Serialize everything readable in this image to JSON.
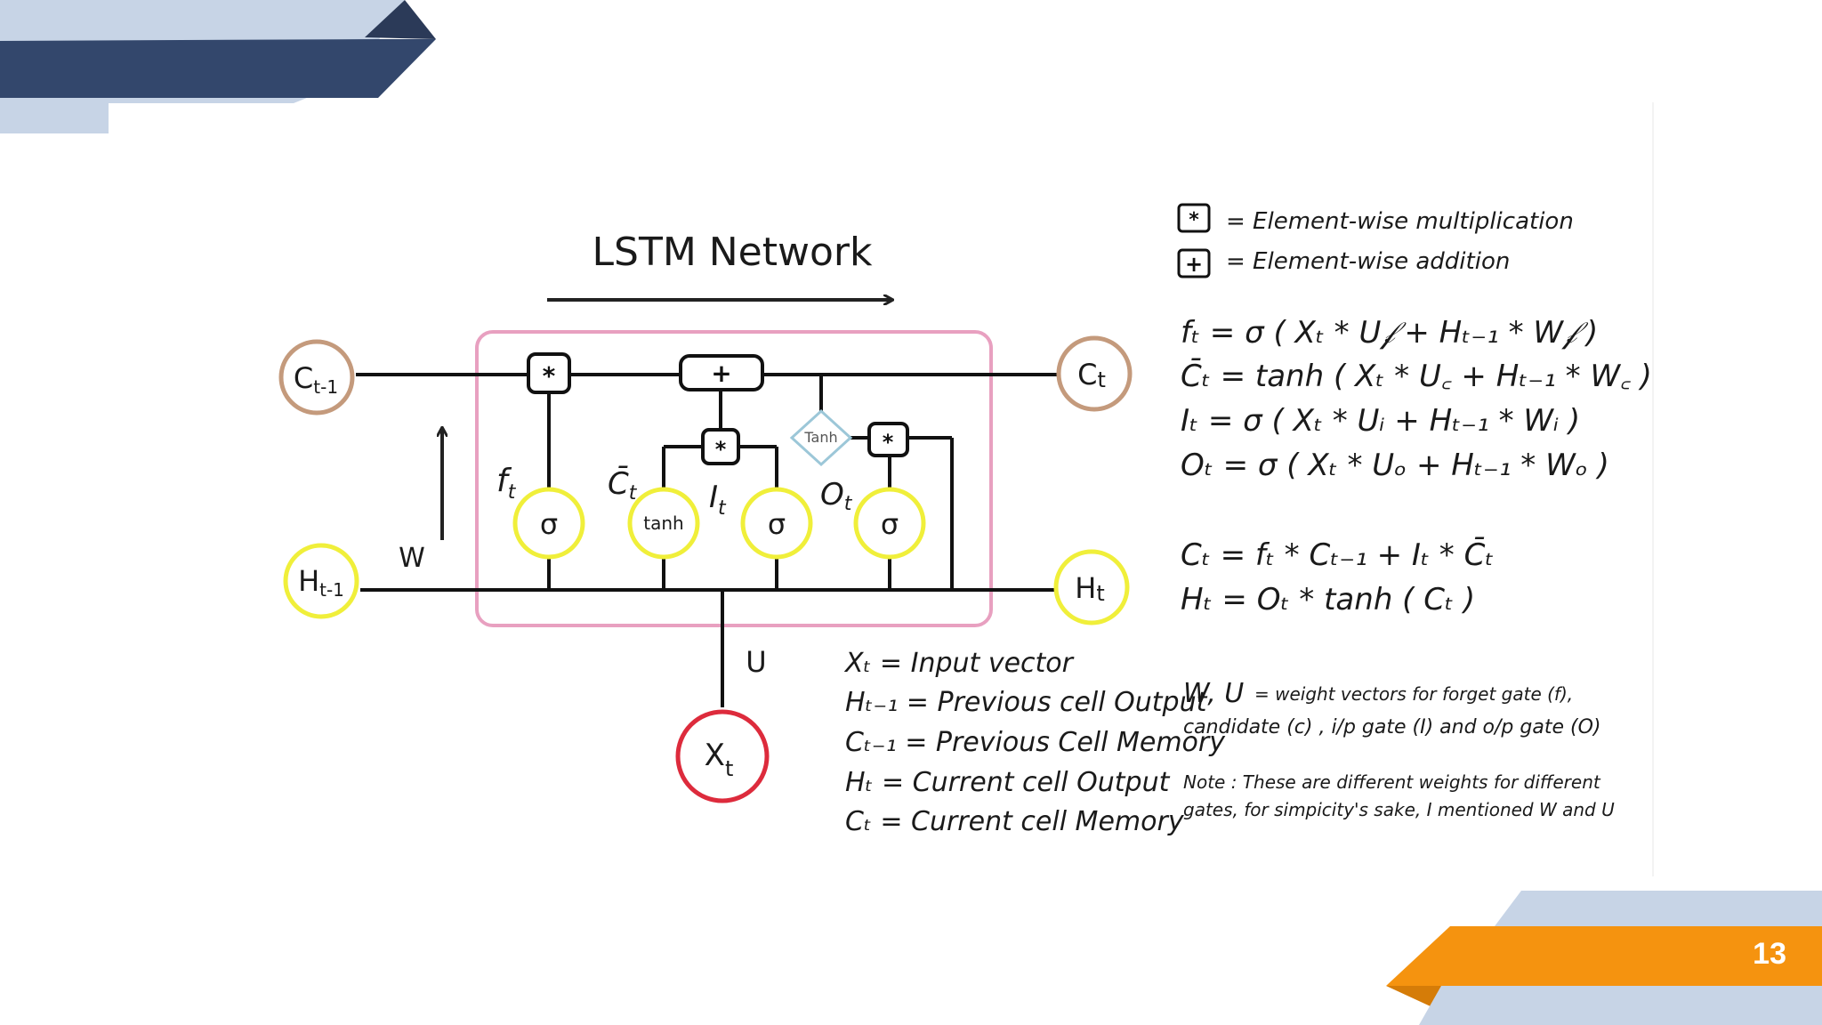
{
  "slide": {
    "page_number": "13",
    "colors": {
      "navy": "#33476c",
      "navy_dark": "#2b3a58",
      "light_blue": "#c7d4e6",
      "orange": "#f5930f",
      "orange_dark": "#d57c08",
      "cell_border": "#e8a0c0",
      "yellow": "#f0ef3a",
      "brown": "#c49a7c",
      "red": "#dd2b3c"
    }
  },
  "diagram": {
    "title": "LSTM Network",
    "nodes": {
      "c_prev": "C",
      "c_prev_sub": "t-1",
      "h_prev": "H",
      "h_prev_sub": "t-1",
      "c_t": "C",
      "c_t_sub": "t",
      "h_t": "H",
      "h_t_sub": "t",
      "x_t": "X",
      "x_t_sub": "t"
    },
    "gates": {
      "sigma": "σ",
      "tanh": "tanh",
      "tanh_diamond": "Tanh",
      "mul": "*",
      "add": "+"
    },
    "labels": {
      "w": "W",
      "u": "U",
      "f": "f",
      "f_sub": "t",
      "c_bar": "C̄",
      "c_bar_sub": "t",
      "i": "I",
      "i_sub": "t",
      "o": "O",
      "o_sub": "t"
    },
    "legend": {
      "mul_symbol": "*",
      "mul_text": "= Element-wise multiplication",
      "add_symbol": "+",
      "add_text": "= Element-wise addition"
    },
    "equations": [
      "fₜ  =  σ ( Xₜ  *  U𝒻 + Hₜ₋₁ *  W𝒻 )",
      "C̄ₜ  = tanh ( Xₜ  *  U꜀ + Hₜ₋₁ *  W꜀ )",
      "Iₜ  =  σ ( Xₜ  *  Uᵢ + Hₜ₋₁ *  Wᵢ )",
      "Oₜ  =  σ ( Xₜ  *  Uₒ + Hₜ₋₁ *  Wₒ )"
    ],
    "state_equations": [
      "Cₜ  =  fₜ * Cₜ₋₁ +  Iₜ * C̄ₜ",
      "Hₜ  =  Oₜ *  tanh ( Cₜ )"
    ],
    "definitions": [
      "Xₜ  = Input vector",
      "Hₜ₋₁ = Previous cell Output",
      "Cₜ₋₁ = Previous Cell Memory",
      "Hₜ  = Current cell Output",
      "Cₜ  = Current cell Memory"
    ],
    "weights_note": {
      "symbol": "W, U",
      "line1": "= weight vectors for forget gate (f),",
      "line2": "candidate (c) , i/p gate (I) and o/p gate (O)"
    },
    "note": {
      "line1": "Note : These are different weights for different",
      "line2": "gates, for simpicity's sake, I mentioned W and U"
    }
  }
}
